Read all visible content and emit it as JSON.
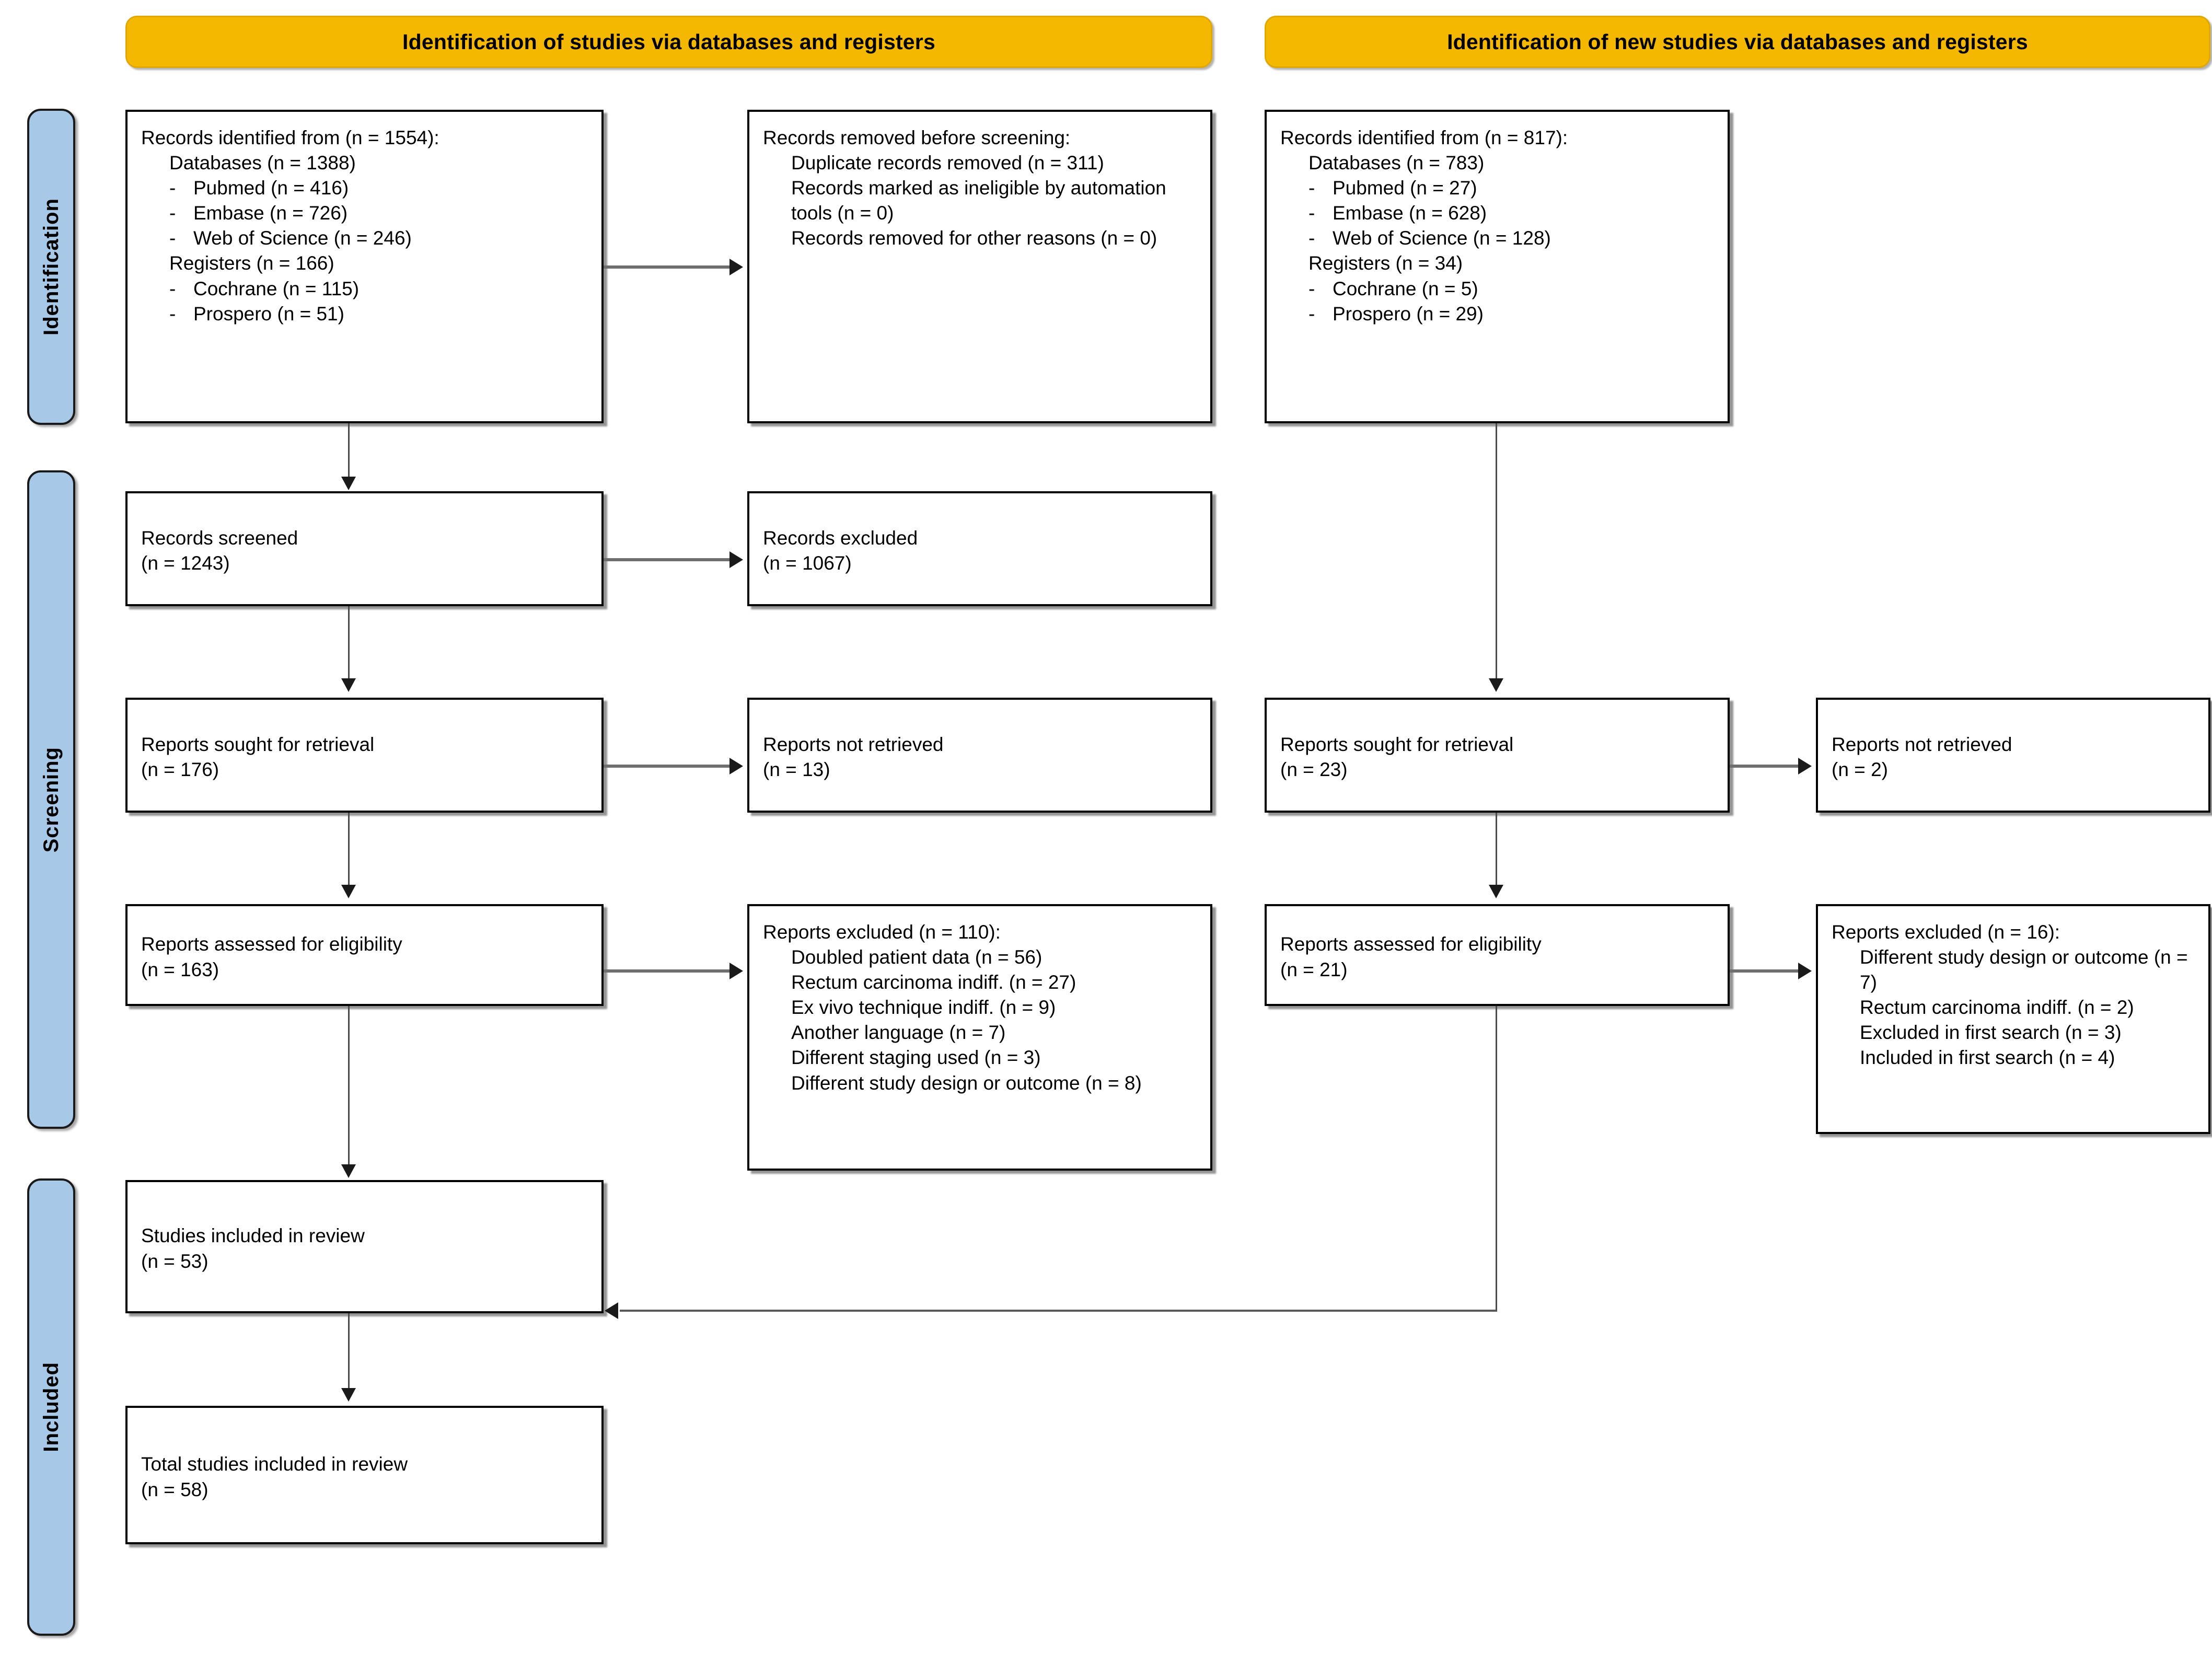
{
  "diagram": {
    "title": "PRISMA 2020 flow diagram for updated systematic reviews",
    "accent_orange": "#F5B800",
    "accent_blue": "#A8C8E8"
  },
  "headers": {
    "left": "Identification of studies via databases and registers",
    "right": "Identification of new studies via databases and registers"
  },
  "stages": {
    "identification": "Identification",
    "screening": "Screening",
    "included": "Included"
  },
  "left_column": {
    "identified": {
      "l0": "Records identified from (n = 1554):",
      "l1": "Databases (n = 1388)",
      "l2": "Pubmed (n = 416)",
      "l3": "Embase (n = 726)",
      "l4": "Web of Science (n = 246)",
      "l5": "Registers (n = 166)",
      "l6": "Cochrane (n = 115)",
      "l7": "Prospero (n = 51)",
      "dash": "-"
    },
    "removed": {
      "l0": "Records removed before screening:",
      "l1": "Duplicate records removed (n = 311)",
      "l2": "Records marked as ineligible by automation tools (n = 0)",
      "l3": "Records removed for other reasons (n = 0)"
    },
    "screened": {
      "l0": "Records screened",
      "l1": "(n = 1243)"
    },
    "excluded": {
      "l0": "Records excluded",
      "l1": "(n = 1067)"
    },
    "sought": {
      "l0": "Reports sought for retrieval",
      "l1": "(n = 176)"
    },
    "not_retrieved": {
      "l0": "Reports not retrieved",
      "l1": "(n = 13)"
    },
    "assessed": {
      "l0": "Reports assessed for eligibility",
      "l1": "(n = 163)"
    },
    "reports_excluded": {
      "l0": "Reports excluded (n = 110):",
      "l1": "Doubled patient data (n = 56)",
      "l2": "Rectum carcinoma indiff. (n = 27)",
      "l3": "Ex vivo technique indiff. (n = 9)",
      "l4": "Another language (n = 7)",
      "l5": "Different staging used (n = 3)",
      "l6": "Different study design or outcome (n = 8)"
    },
    "included_review": {
      "l0": "Studies included in review",
      "l1": "(n = 53)"
    },
    "total_included": {
      "l0": "Total studies included in review",
      "l1": "(n = 58)"
    }
  },
  "right_column": {
    "identified": {
      "l0": "Records identified from (n = 817):",
      "l1": "Databases (n = 783)",
      "l2": "Pubmed (n = 27)",
      "l3": "Embase (n = 628)",
      "l4": "Web of Science (n = 128)",
      "l5": "Registers (n = 34)",
      "l6": "Cochrane (n = 5)",
      "l7": "Prospero (n = 29)",
      "dash": "-"
    },
    "sought": {
      "l0": "Reports sought for retrieval",
      "l1": "(n = 23)"
    },
    "not_retrieved": {
      "l0": "Reports not retrieved",
      "l1": "(n = 2)"
    },
    "assessed": {
      "l0": "Reports assessed for eligibility",
      "l1": "(n = 21)"
    },
    "reports_excluded": {
      "l0": "Reports excluded (n = 16):",
      "l1": "Different study design or outcome (n = 7)",
      "l2": "Rectum carcinoma indiff. (n = 2)",
      "l3": "Excluded in first search (n = 3)",
      "l4": "Included in first search (n = 4)"
    }
  }
}
